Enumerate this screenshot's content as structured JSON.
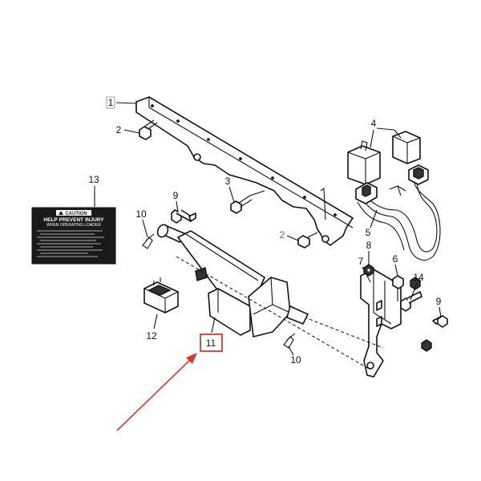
{
  "callouts": {
    "c1": "1",
    "c2a": "2",
    "c2b": "2",
    "c3": "3",
    "c4": "4",
    "c5": "5",
    "c6": "6",
    "c7": "7",
    "c8": "8",
    "c9a": "9",
    "c9b": "9",
    "c10a": "10",
    "c10b": "10",
    "c11": "11",
    "c12": "12",
    "c13": "13",
    "c14": "14"
  },
  "caution_label": {
    "header": "CAUTION",
    "line1": "HELP PREVENT INJURY",
    "line2": "WHEN OPERATING LOADER"
  },
  "colors": {
    "highlight": "#d93a2b",
    "arrow": "#d93a2b",
    "label_bg": "#1a1a1a"
  },
  "highlighted_part": "11"
}
